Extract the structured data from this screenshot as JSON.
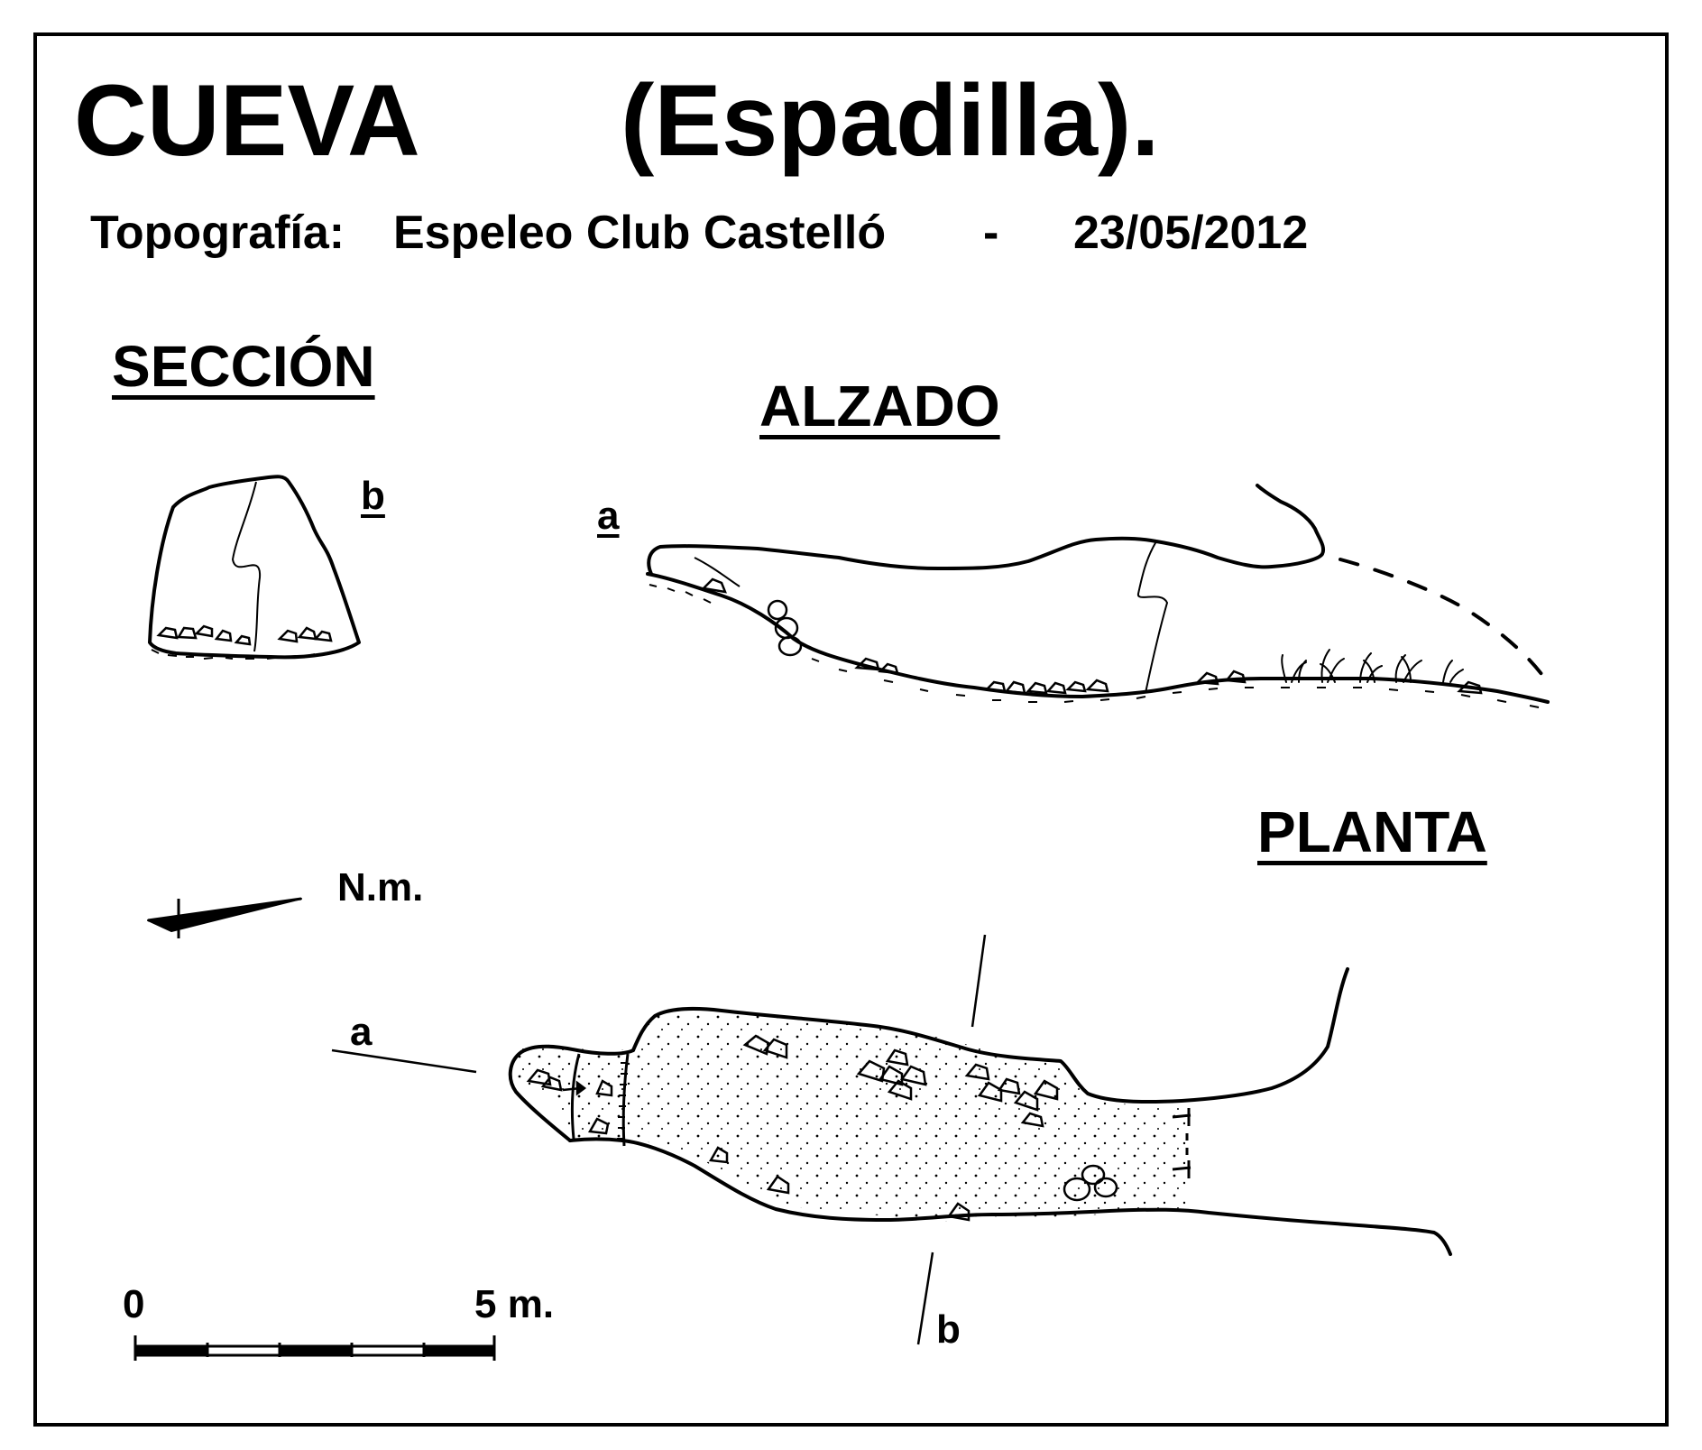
{
  "title": {
    "main": "CUEVA",
    "name": "(Espadilla)."
  },
  "subtitle": {
    "label": "Topografía:",
    "author": "Espeleo Club Castelló",
    "separator": "-",
    "date": "23/05/2012"
  },
  "views": {
    "seccion": "SECCIÓN",
    "alzado": "ALZADO",
    "planta": "PLANTA"
  },
  "markers": {
    "seccion_b": "b",
    "alzado_a": "a",
    "plan_a": "a",
    "plan_b": "b"
  },
  "north": {
    "label": "N.m.",
    "icon": "magnetic-north-arrow-icon"
  },
  "scale": {
    "start": "0",
    "end": "5 m."
  },
  "colors": {
    "ink": "#000000",
    "paper": "#ffffff"
  }
}
